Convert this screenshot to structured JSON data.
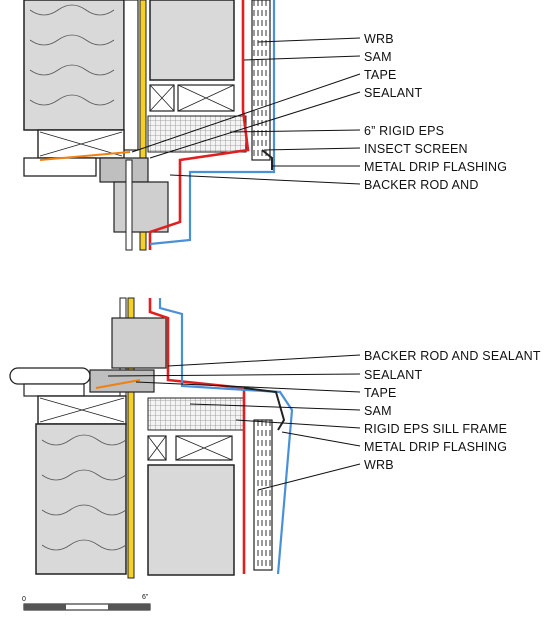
{
  "upper_detail": {
    "labels": [
      "WRB",
      "SAM",
      "TAPE",
      "SEALANT",
      "6” RIGID EPS",
      "INSECT SCREEN",
      "METAL DRIP FLASHING",
      "BACKER ROD AND"
    ]
  },
  "lower_detail": {
    "labels": [
      "BACKER ROD AND SEALANT",
      "SEALANT",
      "TAPE",
      "SAM",
      "RIGID EPS SILL FRAME",
      "METAL DRIP FLASHING",
      "WRB"
    ]
  },
  "scale_bar": {
    "start_label": "0",
    "end_label": "6”"
  },
  "colors": {
    "wrb": "#4a90d9",
    "sam": "#e02020",
    "tape": "#f08010",
    "sealant_glass": "#f2d22a",
    "insulation": "#d9d9d9"
  }
}
